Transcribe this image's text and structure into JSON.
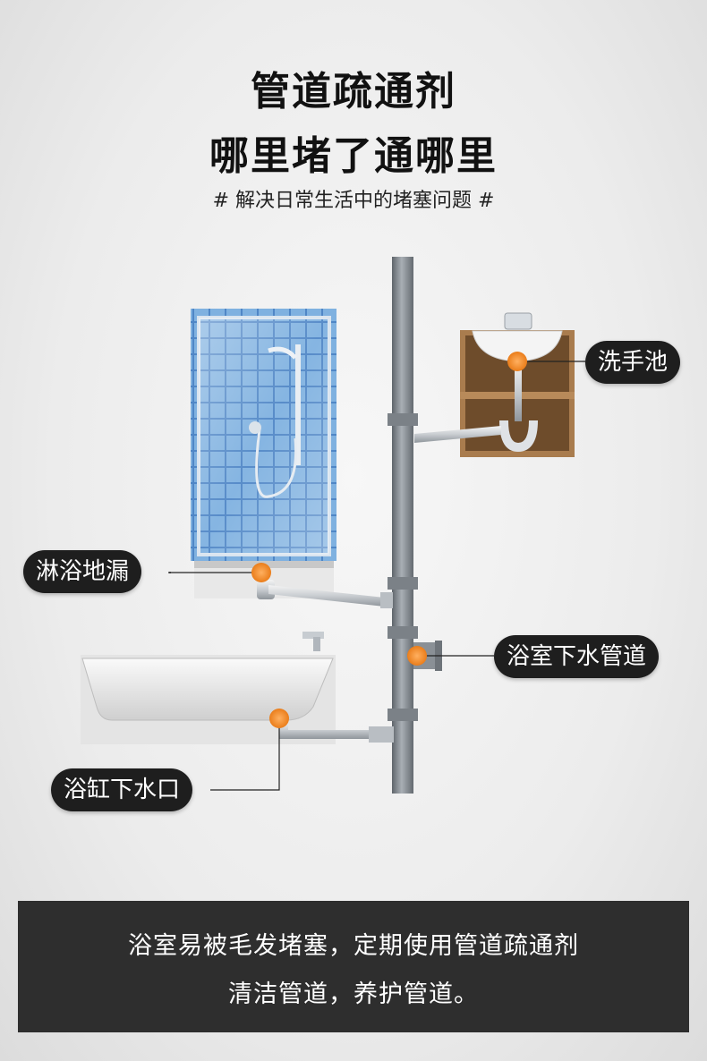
{
  "header": {
    "title_line1": "管道疏通剂",
    "title_line2": "哪里堵了通哪里",
    "subtitle": "# 解决日常生活中的堵塞问题 #"
  },
  "labels": {
    "sink": "洗手池",
    "shower_drain": "淋浴地漏",
    "bathroom_pipe": "浴室下水管道",
    "bathtub_drain": "浴缸下水口"
  },
  "banner": {
    "line1": "浴室易被毛发堵塞，定期使用管道疏通剂",
    "line2": "清洁管道，养护管道。"
  },
  "colors": {
    "marker": "#f08c28",
    "pill": "#1e1e1e",
    "pipe": "#8a9096",
    "tile": "#6a9fd3",
    "cabinet": "#a97c4e"
  }
}
